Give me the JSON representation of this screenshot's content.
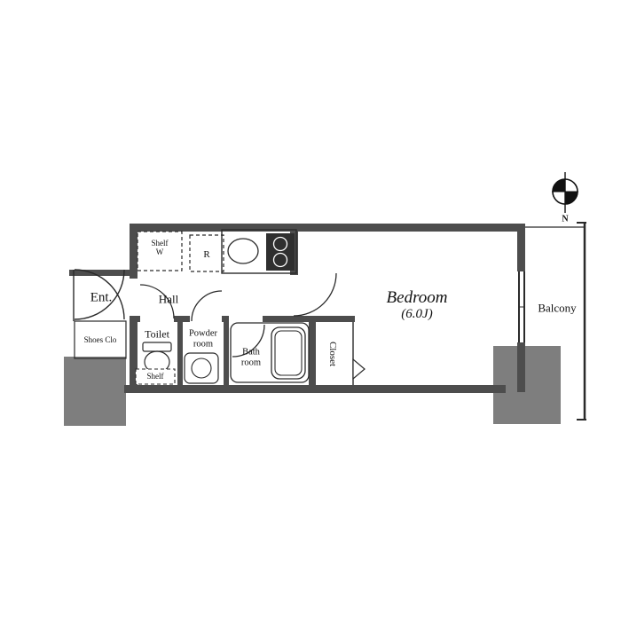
{
  "plan": {
    "compass": {
      "north_label": "N"
    },
    "rooms": {
      "bedroom": {
        "name": "Bedroom",
        "size": "(6.0J)"
      },
      "balcony": {
        "name": "Balcony"
      },
      "entrance": {
        "name": "Ent."
      },
      "shoes_closet": {
        "name": "Shoes Clo"
      },
      "hall": {
        "name": "Hall"
      },
      "toilet": {
        "name": "Toilet"
      },
      "powder_room": {
        "name_line1": "Powder",
        "name_line2": "room"
      },
      "bath_room": {
        "name_line1": "Bath",
        "name_line2": "room"
      },
      "closet": {
        "name": "Closet"
      }
    },
    "fixtures": {
      "shelf_w": {
        "label_line1": "Shelf",
        "label_line2": "W"
      },
      "refrigerator": {
        "label": "R"
      },
      "toilet_shelf": {
        "label": "Shelf"
      }
    },
    "colors": {
      "wall": "#4d4d4d",
      "structure_block": "#7e7e7e",
      "line": "#2a2a2a",
      "background": "#ffffff"
    }
  }
}
